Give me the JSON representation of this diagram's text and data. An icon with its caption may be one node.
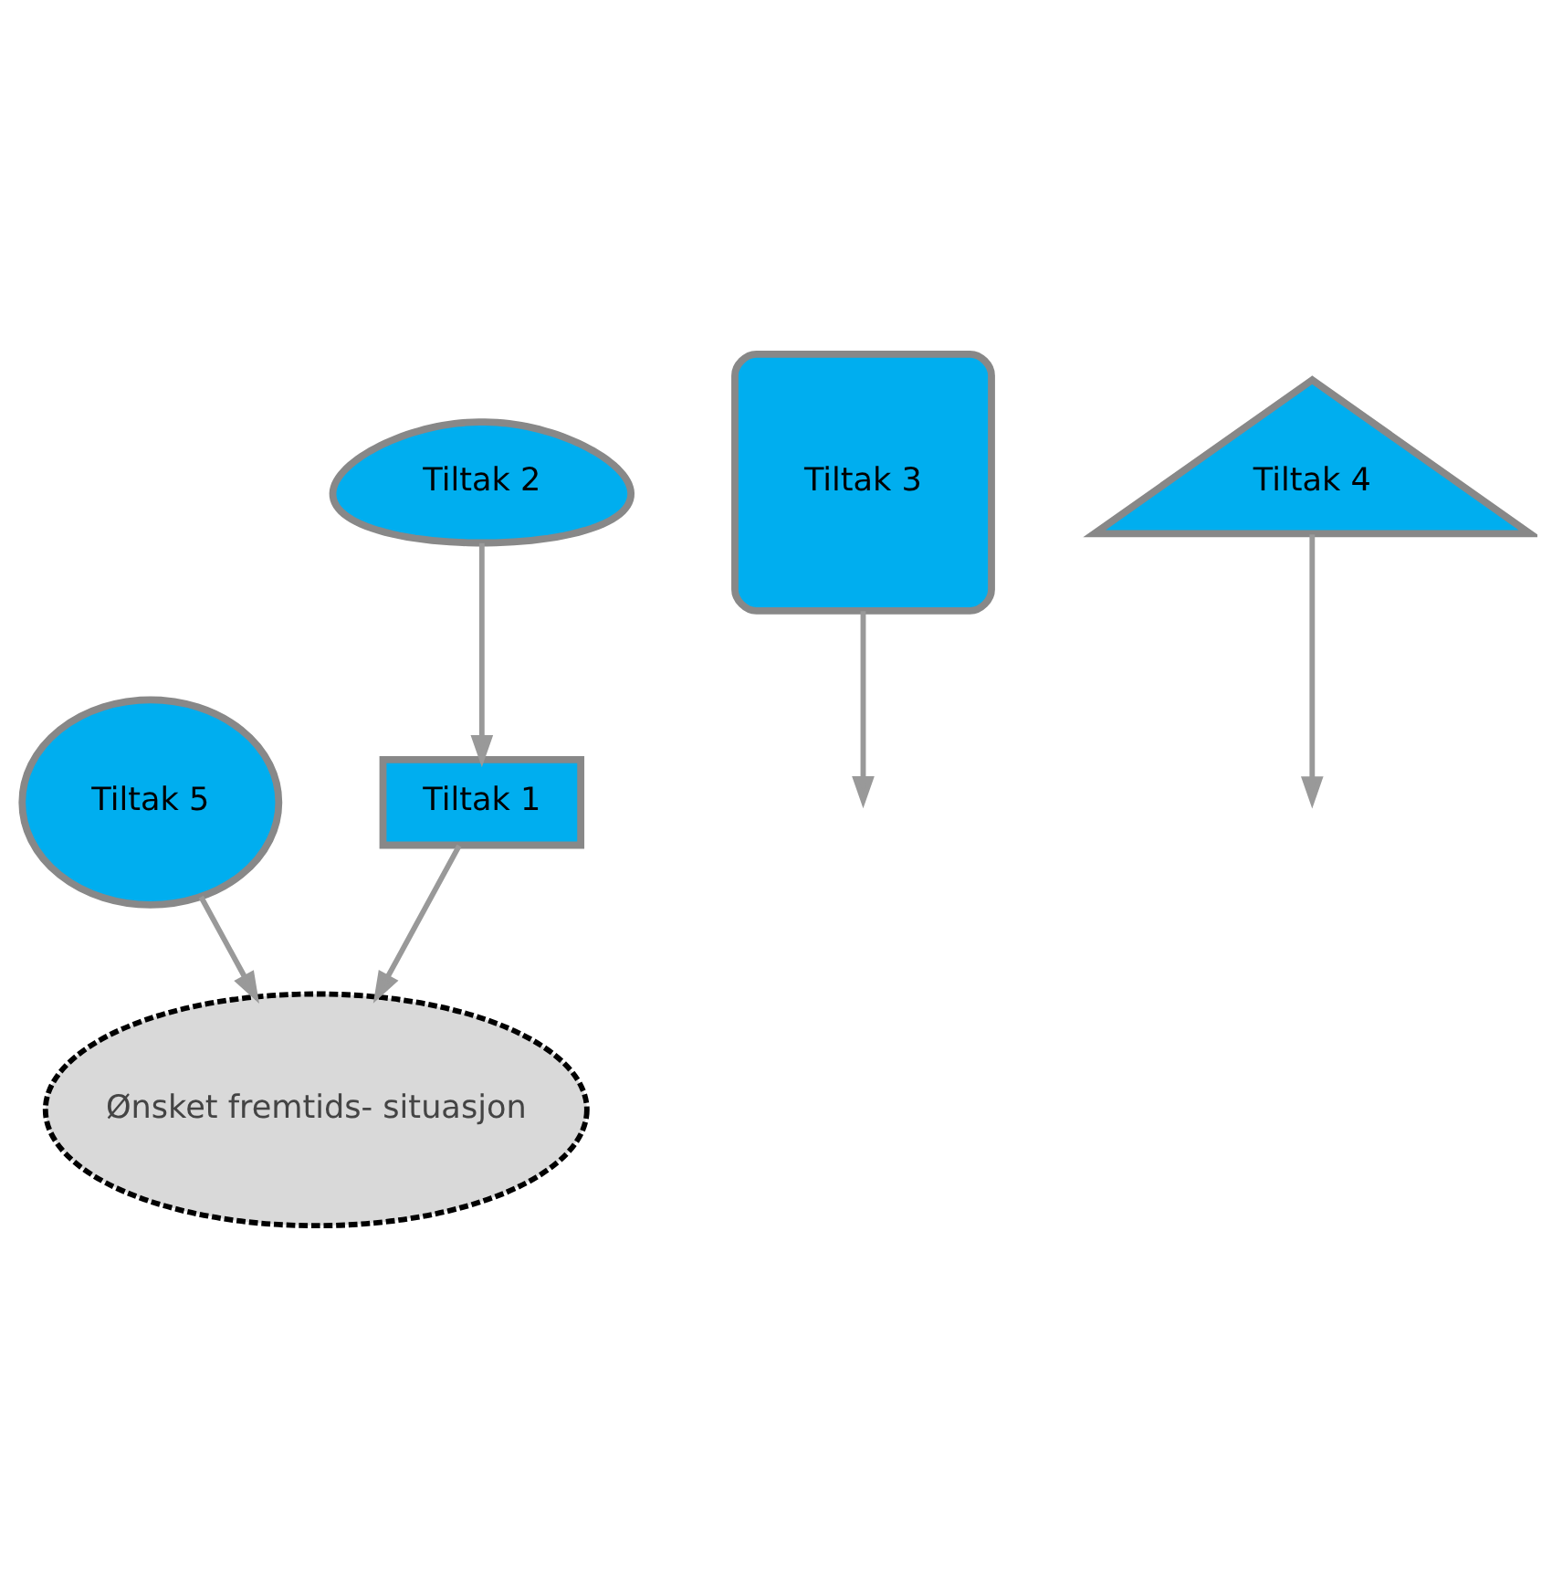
{
  "diagram": {
    "nodes": [
      {
        "text": [
          "Tiltak 1"
        ]
      },
      {
        "text": [
          "Tiltak 2"
        ]
      },
      {
        "text": [
          "Ønsket fremtids- situasjon"
        ]
      },
      {
        "text": [
          "Tiltak 3"
        ]
      },
      {
        "text": [
          "Tiltak 5"
        ]
      },
      {
        "text": [
          "Tiltak 4"
        ]
      }
    ],
    "edges": [
      {
        "from": 1,
        "to": 0,
        "arrow": "to"
      },
      {
        "from": 0,
        "to": 2,
        "arrow": "to"
      },
      {
        "from": 5,
        "to": null,
        "arrow": "to"
      },
      {
        "from": 3,
        "to": null,
        "arrow": "to"
      },
      {
        "from": 4,
        "to": 2,
        "arrow": "to"
      }
    ]
  }
}
